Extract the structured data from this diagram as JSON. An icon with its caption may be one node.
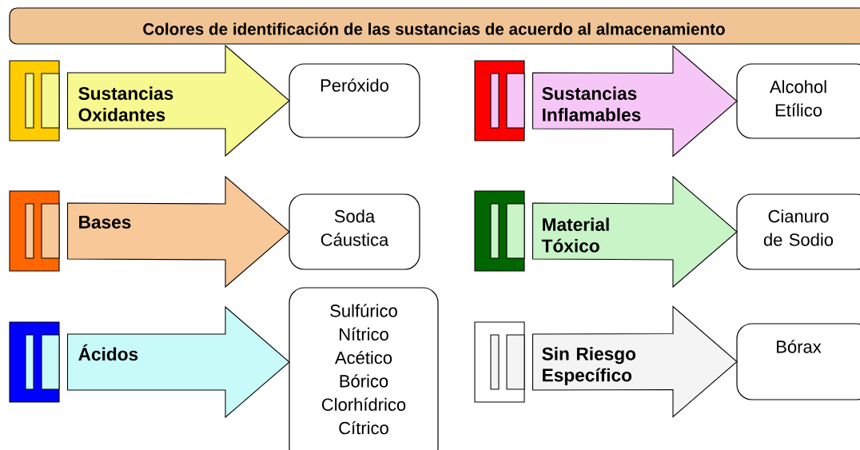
{
  "diagram": {
    "nodes": [
      {
        "text": [
          "Colores de identificación de las sustancias de acuerdo al  almacenamiento"
        ]
      },
      {
        "text": [],
        "shape": "box"
      },
      {
        "text": [
          "Peróxido"
        ]
      },
      {
        "text": [],
        "shape": "box"
      },
      {
        "text": [
          "Alcohol Etílico"
        ]
      },
      {
        "text": [],
        "shape": "box"
      },
      {
        "text": [
          "Soda Cáustica"
        ]
      },
      {
        "text": [],
        "shape": "box"
      },
      {
        "text": [
          "Cianuro de Sodio"
        ]
      },
      {
        "text": [],
        "shape": "box"
      },
      {
        "text": [
          "Sulfúrico Nítrico Acético Bórico Clorhídrico Cítrico"
        ]
      },
      {
        "text": [],
        "shape": "box"
      },
      {
        "text": [
          "Bórax"
        ]
      }
    ],
    "edges": [
      {
        "from": 1,
        "to": 2,
        "arrow": "to",
        "label": "Sustancias Oxidantes"
      },
      {
        "from": 3,
        "to": 4,
        "arrow": "to",
        "label": "Sustancias Inflamables"
      },
      {
        "from": 5,
        "to": 6,
        "arrow": "to",
        "label": "Bases"
      },
      {
        "from": 7,
        "to": 8,
        "arrow": "to",
        "label": "Material Tóxico"
      },
      {
        "from": 9,
        "to": 10,
        "arrow": "to",
        "label": "Ácidos"
      },
      {
        "from": 11,
        "to": 12,
        "arrow": "to",
        "label": "Sin Riesgo Específico"
      }
    ]
  }
}
